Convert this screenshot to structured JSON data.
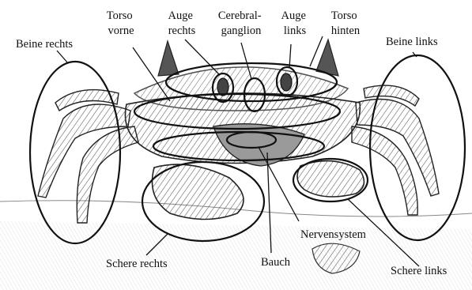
{
  "diagram": {
    "labels": {
      "torso_vorne": [
        "Torso",
        "vorne"
      ],
      "auge_rechts": [
        "Auge",
        "rechts"
      ],
      "cerebralganglion": [
        "Cerebral-",
        "ganglion"
      ],
      "auge_links": [
        "Auge",
        "links"
      ],
      "torso_hinten": [
        "Torso",
        "hinten"
      ],
      "beine_rechts": "Beine rechts",
      "beine_links": "Beine links",
      "nervensystem": "Nervensystem",
      "schere_rechts": "Schere rechts",
      "bauch": "Bauch",
      "schere_links": "Schere links"
    },
    "colors": {
      "ink": "#111111",
      "sketch": "#3a3a3a",
      "shade": "#7a7a7a",
      "paper": "#ffffff"
    }
  }
}
